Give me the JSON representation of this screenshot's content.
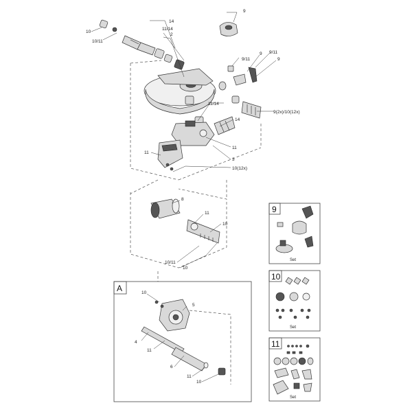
{
  "upper_labels": [
    "9",
    "14",
    "10",
    "11/14",
    "2",
    "10/11",
    "9/11",
    "9",
    "9/11",
    "9",
    "11/14",
    "9(2x)/10(12x)",
    "14",
    "11",
    "3",
    "11",
    "10(12x)"
  ],
  "middle_labels": [
    "8",
    "11",
    "10",
    "10/11",
    "10"
  ],
  "inset_a": {
    "title": "A",
    "labels": [
      "10",
      "5",
      "4",
      "11",
      "6",
      "11",
      "10"
    ]
  },
  "sets": [
    {
      "number": "9",
      "label": "Set"
    },
    {
      "number": "10",
      "label": "Set"
    },
    {
      "number": "11",
      "label": "Set"
    }
  ]
}
